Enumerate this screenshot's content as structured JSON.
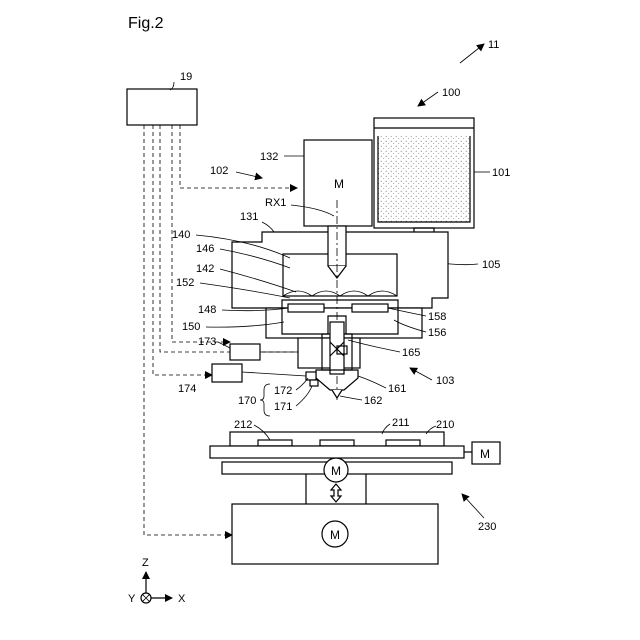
{
  "figure": {
    "title": "Fig.2",
    "labels": {
      "l11": "11",
      "l19": "19",
      "l100": "100",
      "l101": "101",
      "l102": "102",
      "l103": "103",
      "l105": "105",
      "l131": "131",
      "l132": "132",
      "l140": "140",
      "l142": "142",
      "l146": "146",
      "l148": "148",
      "l150": "150",
      "l152": "152",
      "l156": "156",
      "l158": "158",
      "l161": "161",
      "l162": "162",
      "l165": "165",
      "l170": "170",
      "l171": "171",
      "l172": "172",
      "l173": "173",
      "l174": "174",
      "l210": "210",
      "l211": "211",
      "l212": "212",
      "l230": "230",
      "rx1": "RX1"
    },
    "motor_symbol": "M",
    "axes": {
      "z": "Z",
      "y": "Y",
      "x": "X"
    }
  }
}
